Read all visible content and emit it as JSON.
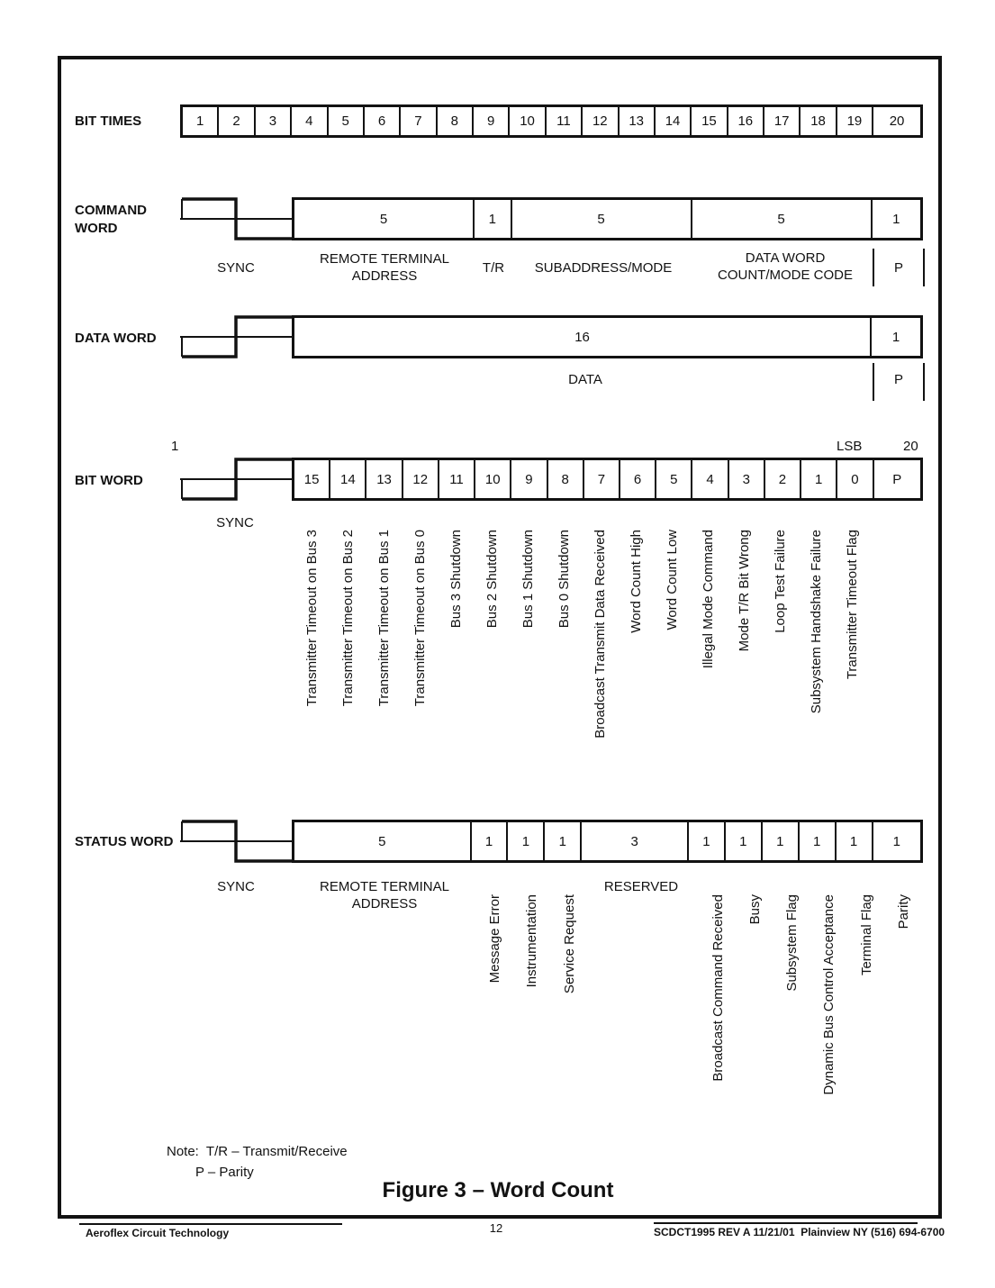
{
  "page": {
    "figure_title": "Figure 3 – Word Count",
    "note_line1": "Note:  T/R – Transmit/Receive",
    "note_line2": "P – Parity",
    "footer": {
      "company": "Aeroflex Circuit Technology",
      "page_number": "12",
      "doc_ref": "SCDCT1995 REV A 11/21/01  Plainview NY (516) 694-6700"
    },
    "ink_color": "#121212"
  },
  "bit_times": {
    "label": "BIT TIMES",
    "cells": [
      "1",
      "2",
      "3",
      "4",
      "5",
      "6",
      "7",
      "8",
      "9",
      "10",
      "11",
      "12",
      "13",
      "14",
      "15",
      "16",
      "17",
      "18",
      "19",
      "20"
    ]
  },
  "command_word": {
    "label": "COMMAND\nWORD",
    "sync": "high-low",
    "cells": [
      "5",
      "1",
      "5",
      "5",
      "1"
    ],
    "labels": {
      "sync": "SYNC",
      "rta_line1": "REMOTE TERMINAL",
      "rta_line2": "ADDRESS",
      "tr": "T/R",
      "subaddress": "SUBADDRESS/MODE",
      "dwc_line1": "DATA WORD",
      "dwc_line2": "COUNT/MODE CODE",
      "parity": "P"
    }
  },
  "data_word": {
    "label": "DATA WORD",
    "sync": "low-high",
    "cells": [
      "16",
      "1"
    ],
    "labels": {
      "data": "DATA",
      "parity": "P"
    }
  },
  "bit_word": {
    "label": "BIT WORD",
    "sync": "low-high",
    "annot_bit1": "1",
    "annot_lsb": "LSB",
    "annot_bit20": "20",
    "labels": {
      "sync": "SYNC"
    },
    "cells": [
      "15",
      "14",
      "13",
      "12",
      "11",
      "10",
      "9",
      "8",
      "7",
      "6",
      "5",
      "4",
      "3",
      "2",
      "1",
      "0",
      "P"
    ],
    "bit_labels": [
      "Transmitter Timeout on Bus 3",
      "Transmitter Timeout on Bus 2",
      "Transmitter Timeout on Bus 1",
      "Transmitter Timeout on Bus 0",
      "Bus 3 Shutdown",
      "Bus 2 Shutdown",
      "Bus 1 Shutdown",
      "Bus 0 Shutdown",
      "Broadcast Transmit Data Received",
      "Word Count High",
      "Word Count Low",
      "Illegal Mode Command",
      "Mode T/R Bit Wrong",
      "Loop Test Failure",
      "Subsystem Handshake Failure",
      "Transmitter Timeout Flag"
    ]
  },
  "status_word": {
    "label": "STATUS WORD",
    "sync": "high-low",
    "cells": [
      "5",
      "1",
      "1",
      "1",
      "3",
      "1",
      "1",
      "1",
      "1",
      "1",
      "1"
    ],
    "labels": {
      "sync": "SYNC",
      "rta_line1": "REMOTE TERMINAL",
      "rta_line2": "ADDRESS",
      "reserved": "RESERVED"
    },
    "vlabels": [
      {
        "bit": 9,
        "text": "Message Error"
      },
      {
        "bit": 10,
        "text": "Instrumentation"
      },
      {
        "bit": 11,
        "text": "Service Request"
      },
      {
        "bit": 15,
        "text": "Broadcast Command Received"
      },
      {
        "bit": 16,
        "text": "Busy"
      },
      {
        "bit": 17,
        "text": "Subsystem Flag"
      },
      {
        "bit": 18,
        "text": "Dynamic Bus Control Acceptance"
      },
      {
        "bit": 19,
        "text": "Terminal Flag"
      },
      {
        "bit": 20,
        "text": "Parity"
      }
    ]
  }
}
